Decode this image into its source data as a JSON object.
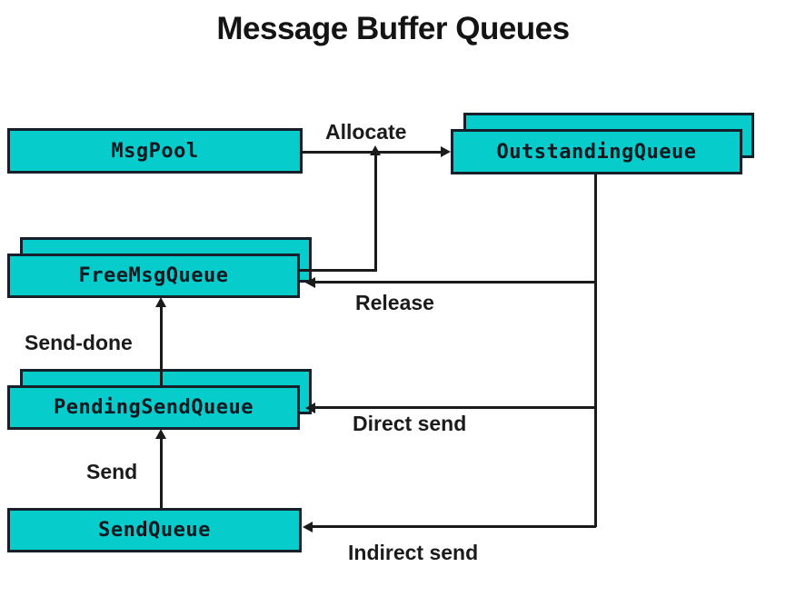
{
  "diagram": {
    "title": "Message Buffer Queues",
    "palette": {
      "node_fill": "#06CCCC",
      "node_stroke": "#16202a",
      "edge_stroke": "#1b1b1b",
      "text": "#101820",
      "background": "#ffffff"
    },
    "nodes": [
      {
        "id": "msgpool",
        "label": "MsgPool",
        "stacked": false
      },
      {
        "id": "outstandingqueue",
        "label": "OutstandingQueue",
        "stacked": true
      },
      {
        "id": "freemsgqueue",
        "label": "FreeMsgQueue",
        "stacked": true
      },
      {
        "id": "pendingsendqueue",
        "label": "PendingSendQueue",
        "stacked": true
      },
      {
        "id": "sendqueue",
        "label": "SendQueue",
        "stacked": false
      }
    ],
    "edges": [
      {
        "id": "allocate",
        "label": "Allocate",
        "from": "msgpool",
        "to": "outstandingqueue"
      },
      {
        "id": "refill",
        "label": "",
        "from": "freemsgqueue",
        "to": "allocate"
      },
      {
        "id": "release",
        "label": "Release",
        "from": "outstandingqueue",
        "to": "freemsgqueue"
      },
      {
        "id": "direct-send",
        "label": "Direct send",
        "from": "outstandingqueue",
        "to": "pendingsendqueue"
      },
      {
        "id": "indirect-send",
        "label": "Indirect send",
        "from": "outstandingqueue",
        "to": "sendqueue"
      },
      {
        "id": "send-done",
        "label": "Send-done",
        "from": "pendingsendqueue",
        "to": "freemsgqueue"
      },
      {
        "id": "send",
        "label": "Send",
        "from": "sendqueue",
        "to": "pendingsendqueue"
      }
    ]
  }
}
